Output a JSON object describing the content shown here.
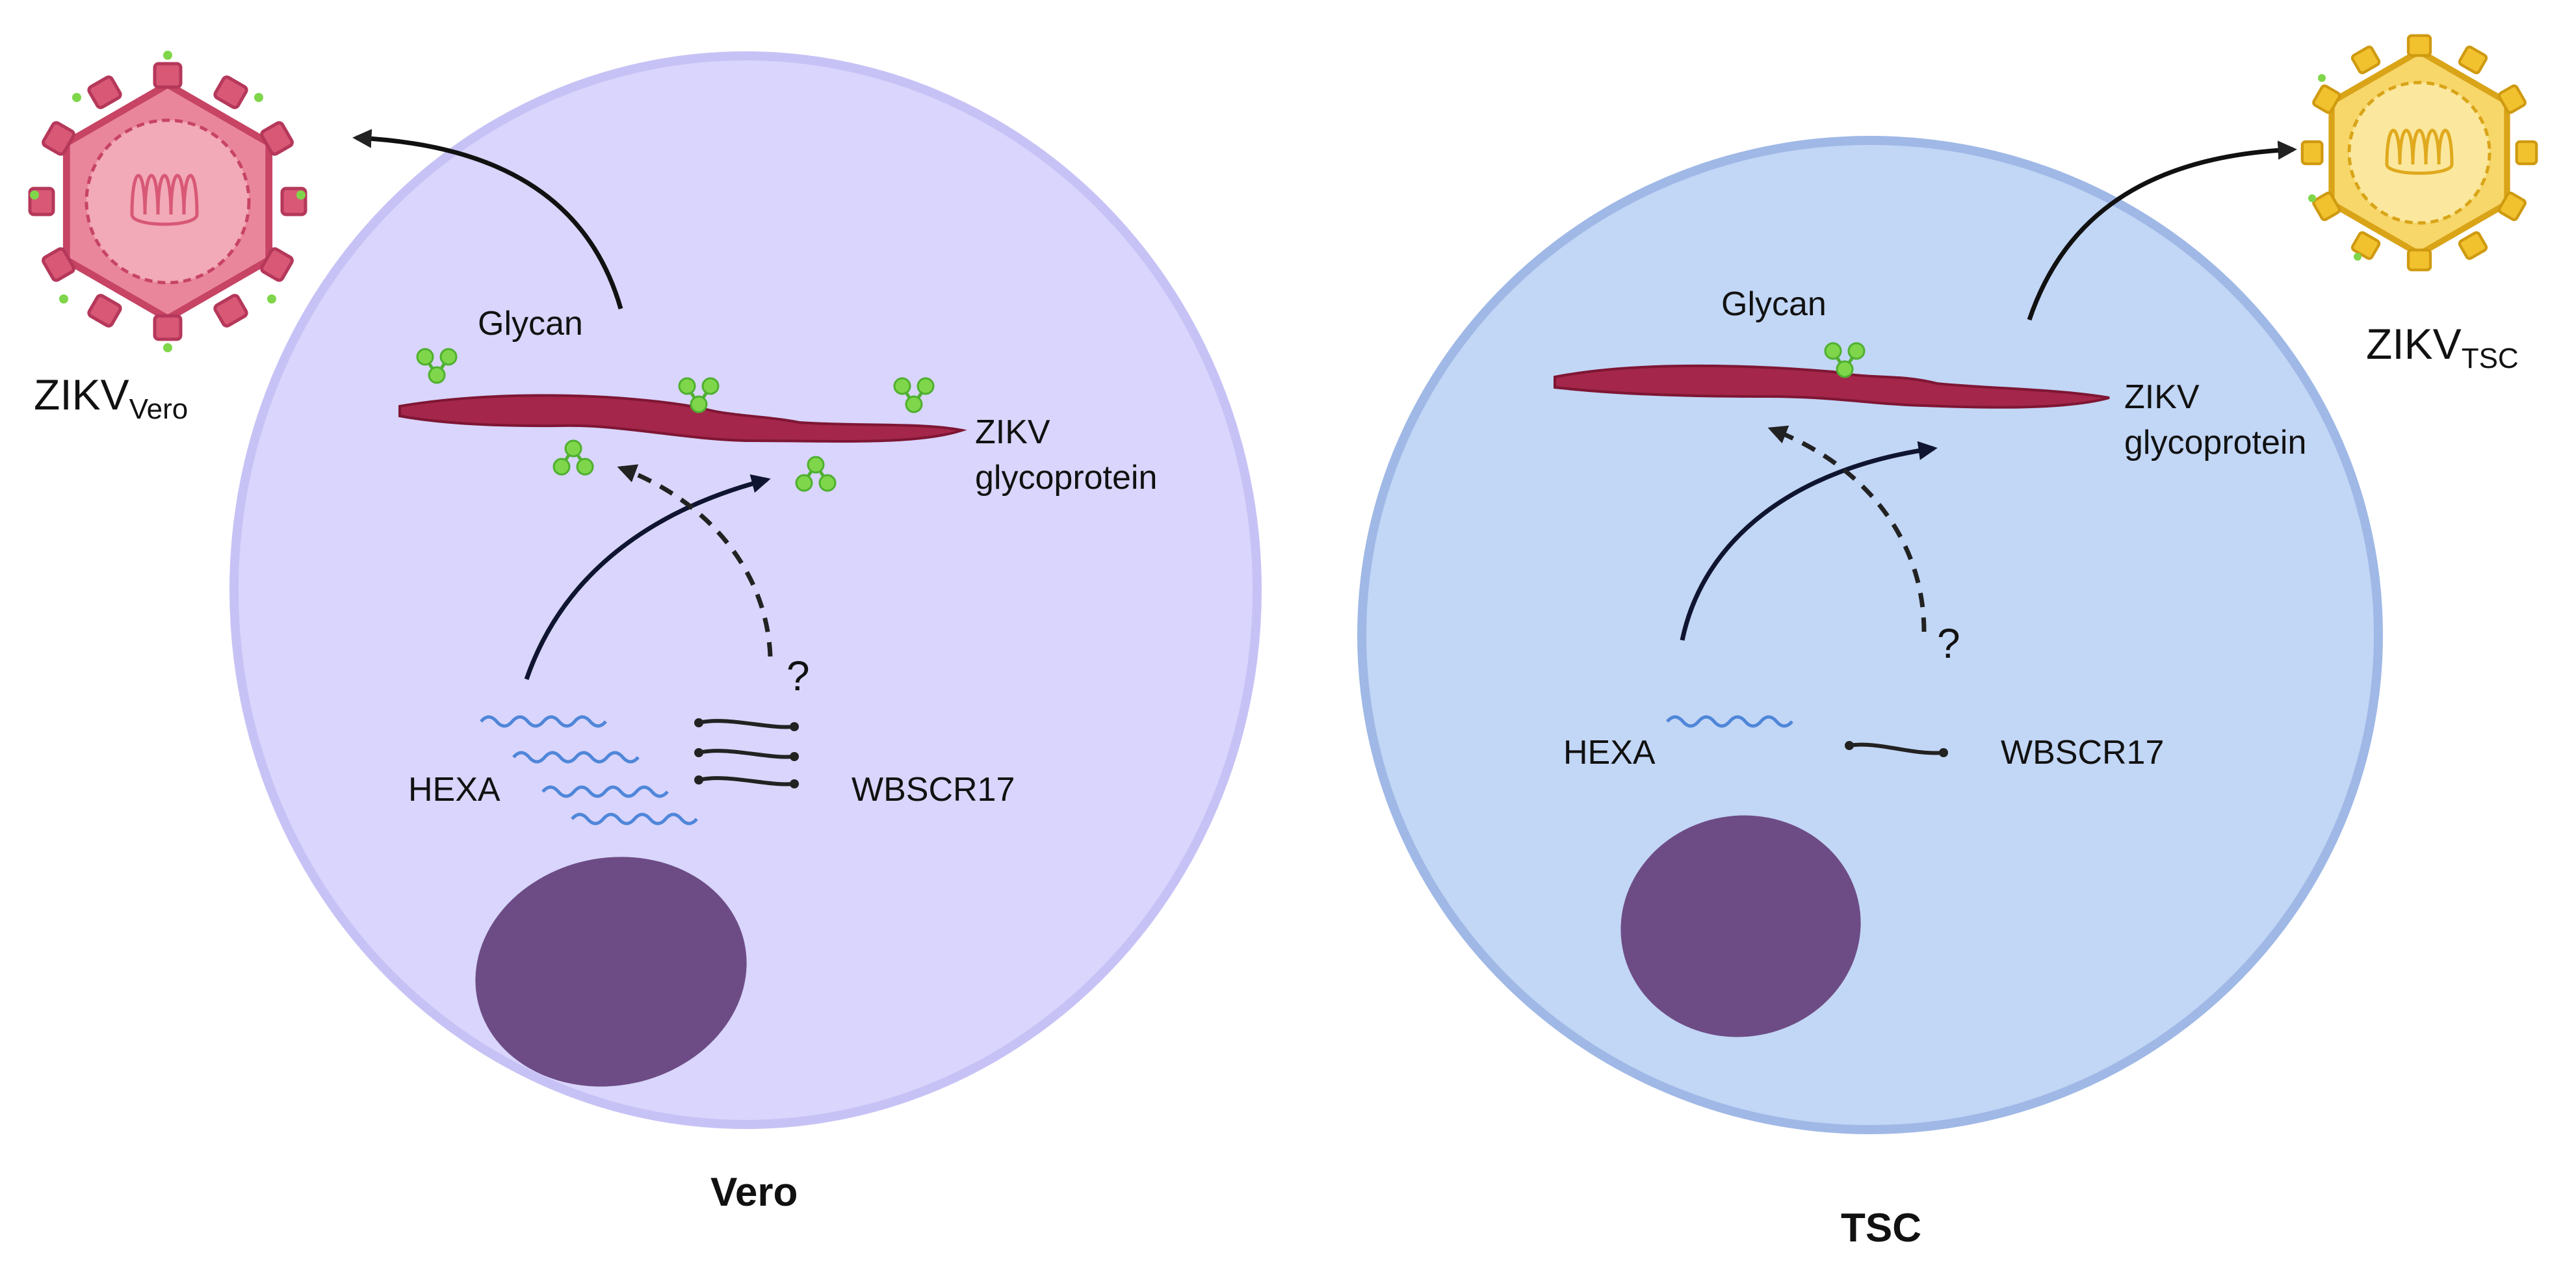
{
  "colors": {
    "vero_cell_fill": "#d9d5fc",
    "vero_cell_stroke": "#c7c2f5",
    "tsc_cell_fill": "#c2d6f5",
    "tsc_cell_stroke": "#9fb8e6",
    "nucleus": "#6d4c85",
    "glycoprotein": "#a4264a",
    "glycan": "#7fd64a",
    "hexa_wave": "#4f86d9",
    "wbscr17_line": "#222222",
    "arrow": "#0f1530",
    "vero_virus": "#d85876",
    "tsc_virus": "#f2c12e"
  },
  "vero": {
    "caption": "Vero",
    "glycan_label": "Glycan",
    "glycoprotein_label_1": "ZIKV",
    "glycoprotein_label_2": "glycoprotein",
    "hexa_label": "HEXA",
    "wbscr17_label": "WBSCR17",
    "question_mark": "?",
    "virus_label": "ZIKV",
    "virus_sub": "Vero"
  },
  "tsc": {
    "caption": "TSC",
    "glycan_label": "Glycan",
    "glycoprotein_label_1": "ZIKV",
    "glycoprotein_label_2": "glycoprotein",
    "hexa_label": "HEXA",
    "wbscr17_label": "WBSCR17",
    "question_mark": "?",
    "virus_label": "ZIKV",
    "virus_sub": "TSC"
  }
}
